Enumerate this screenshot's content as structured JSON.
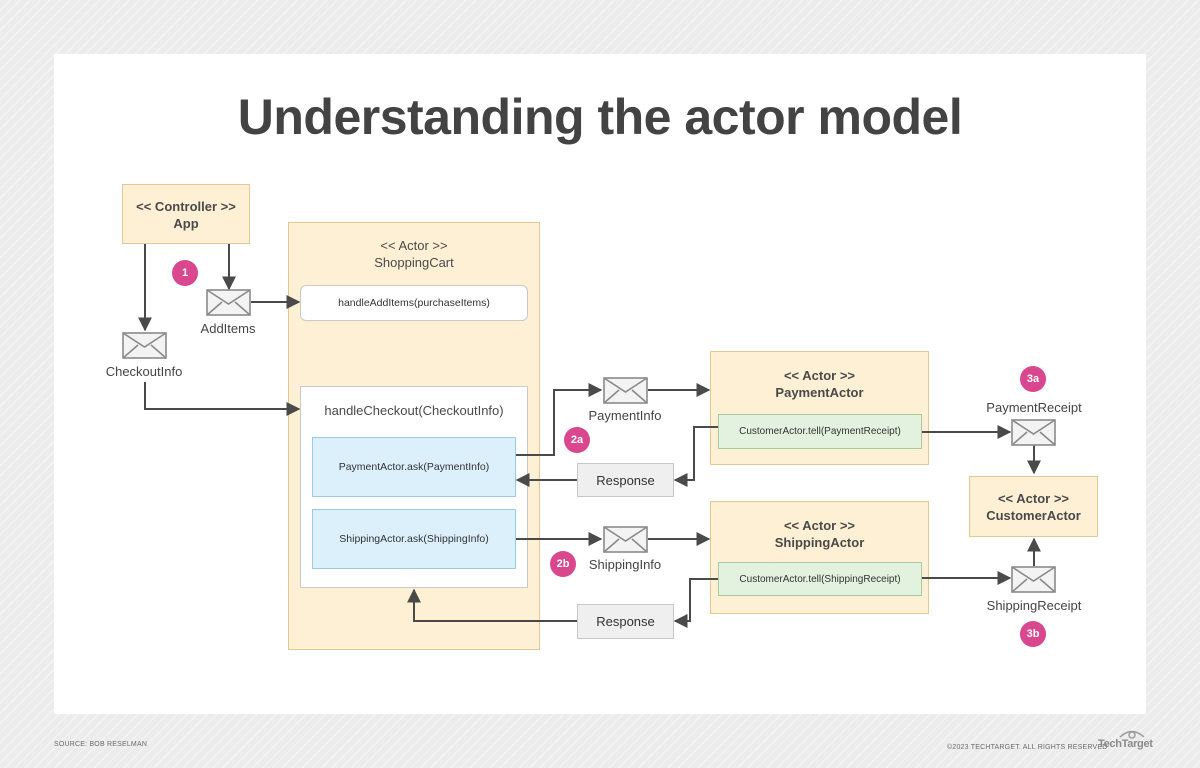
{
  "title": "Understanding the actor model",
  "controller": {
    "stereotype": "<< Controller >>",
    "name": "App"
  },
  "shopping_cart": {
    "stereotype": "<< Actor >>",
    "name": "ShoppingCart",
    "add_handler": "handleAddItems(purchaseItems)",
    "checkout_handler": "handleCheckout(CheckoutInfo)",
    "payment_call": "PaymentActor.ask(PaymentInfo)",
    "shipping_call": "ShippingActor.ask(ShippingInfo)"
  },
  "payment_actor": {
    "stereotype": "<< Actor >>",
    "name": "PaymentActor",
    "method": "CustomerActor.tell(PaymentReceipt)"
  },
  "shipping_actor": {
    "stereotype": "<< Actor >>",
    "name": "ShippingActor",
    "method": "CustomerActor.tell(ShippingReceipt)"
  },
  "customer_actor": {
    "stereotype": "<< Actor >>",
    "name": "CustomerActor"
  },
  "responses": {
    "payment": "Response",
    "shipping": "Response"
  },
  "messages": {
    "add_items": "AddItems",
    "checkout_info": "CheckoutInfo",
    "payment_info": "PaymentInfo",
    "shipping_info": "ShippingInfo",
    "payment_receipt": "PaymentReceipt",
    "shipping_receipt": "ShippingReceipt"
  },
  "steps": {
    "s1": "1",
    "s2a": "2a",
    "s2b": "2b",
    "s3a": "3a",
    "s3b": "3b"
  },
  "footer": {
    "source": "SOURCE: BOB RESELMAN",
    "copyright": "©2023 TECHTARGET. ALL RIGHTS RESERVED",
    "brand": "TechTarget"
  },
  "colors": {
    "actor_fill": "#fdf0d4",
    "method_fill": "#dcf0fb",
    "tell_fill": "#e3f2de",
    "badge": "#d9478e",
    "arrow": "#4a4a4a"
  }
}
